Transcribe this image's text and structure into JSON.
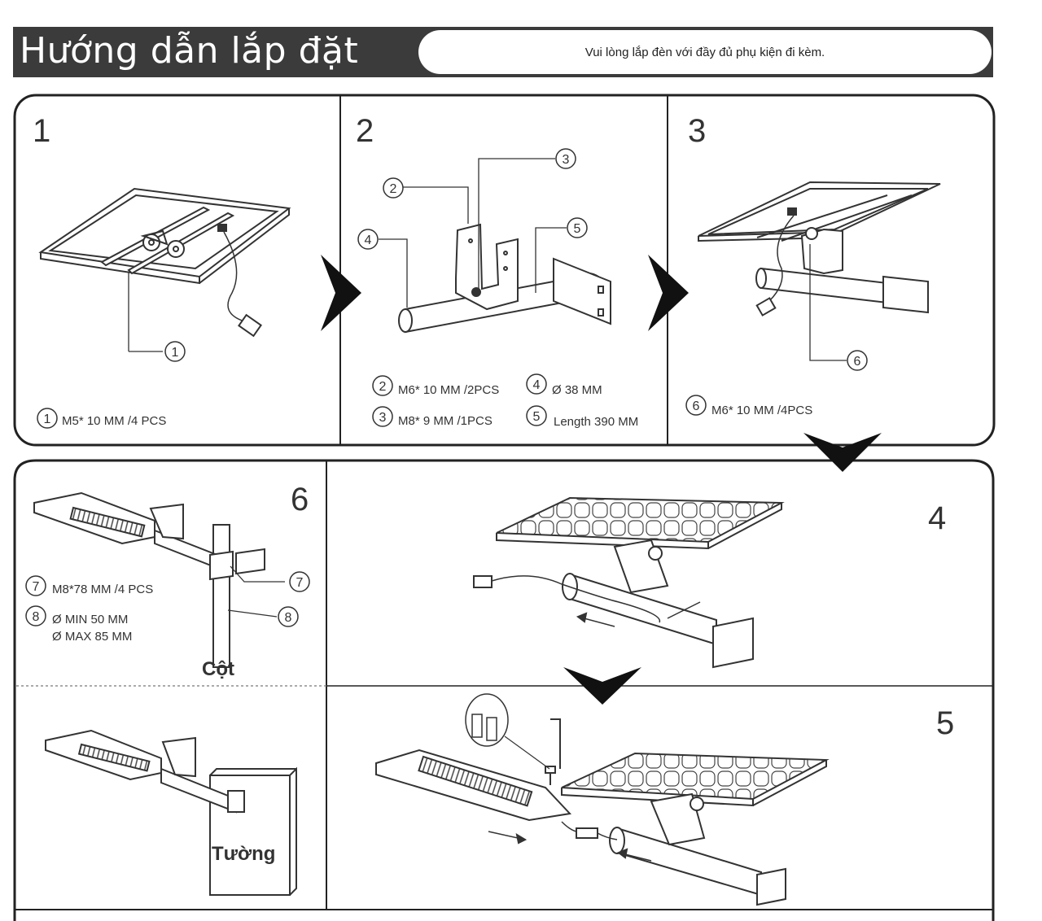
{
  "header": {
    "title": "Hướng dẫn lắp đặt",
    "note": "Vui lòng lắp đèn với đầy đủ phụ kiện đi kèm."
  },
  "steps": [
    {
      "number": "1"
    },
    {
      "number": "2"
    },
    {
      "number": "3"
    },
    {
      "number": "4"
    },
    {
      "number": "5"
    },
    {
      "number": "6"
    }
  ],
  "callouts": [
    "1",
    "2",
    "3",
    "4",
    "5",
    "6",
    "7",
    "8"
  ],
  "specs": {
    "s1": "M5* 10  MM /4 PCS",
    "s2": "M6* 10  MM /2PCS",
    "s3": "M8* 9  MM /1PCS",
    "s4": "Ø 38 MM",
    "s5": "Length 390 MM",
    "s6": "M6* 10  MM /4PCS",
    "s7": "M8*78 MM /4 PCS",
    "s8a": "Ø MIN 50 MM",
    "s8b": "Ø MAX 85 MM"
  },
  "labels": {
    "pole": "Cột",
    "wall": "Tường"
  }
}
